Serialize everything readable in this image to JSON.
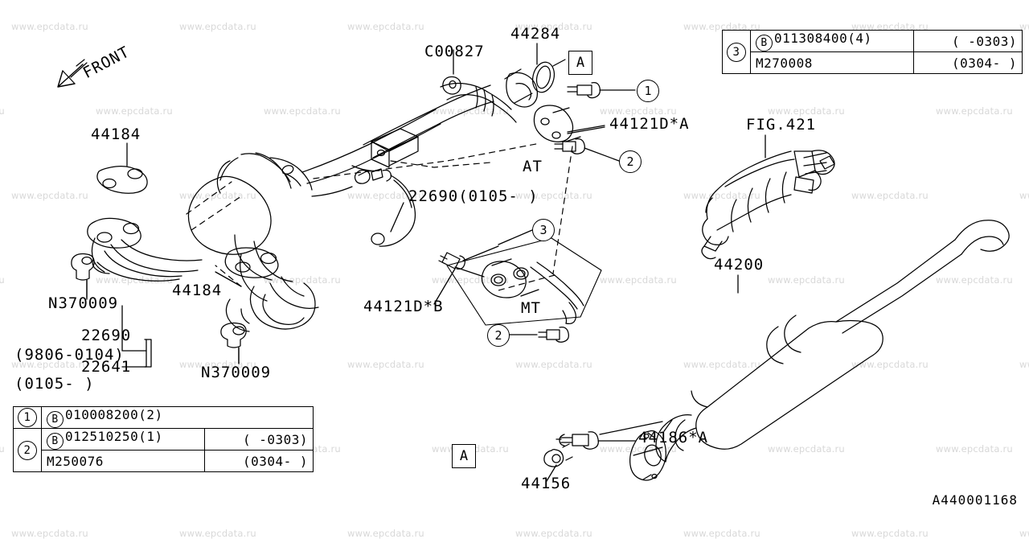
{
  "diagram": {
    "sheet_code": "A440001168",
    "front_arrow_label": "FRONT",
    "watermark_text": "www.epcdata.ru"
  },
  "labels": {
    "l_44184_top": "44184",
    "l_n370009_left": "N370009",
    "l_44184_mid": "44184",
    "l_n370009_mid": "N370009",
    "l_22690_group": "22690",
    "l_22690_group_range": "(9806-0104)",
    "l_22641_group": "22641",
    "l_22641_group_range": "(0105-    )",
    "l_c00827": "C00827",
    "l_44284": "44284",
    "l_44121da": "44121D*A",
    "l_at": "AT",
    "l_mt": "MT",
    "l_22690_at": "22690(0105-    )",
    "l_44121db": "44121D*B",
    "l_fig421": "FIG.421",
    "l_44200": "44200",
    "l_44186a": "44186*A",
    "l_44156": "44156",
    "callout_1": "1",
    "callout_2_at": "2",
    "callout_2_mt": "2",
    "callout_3": "3",
    "box_a_top": "A",
    "box_a_bottom": "A"
  },
  "table_top_right": {
    "rows": [
      {
        "index": "3",
        "brand": "B",
        "part_no": "011308400(4)",
        "date": "(    -0303)"
      },
      {
        "index": "",
        "brand": "",
        "part_no": "M270008",
        "date": "(0304-    )"
      }
    ]
  },
  "table_bottom_left": {
    "rows": [
      {
        "index": "1",
        "brand": "B",
        "part_no": "010008200(2)",
        "date": ""
      },
      {
        "index": "2",
        "brand": "B",
        "part_no": "012510250(1)",
        "date": "(    -0303)"
      },
      {
        "index": "",
        "brand": "",
        "part_no": "M250076",
        "date": "(0304-    )"
      }
    ]
  },
  "colors": {
    "line": "#000000",
    "background": "#ffffff",
    "watermark": "#d8d8d8"
  }
}
